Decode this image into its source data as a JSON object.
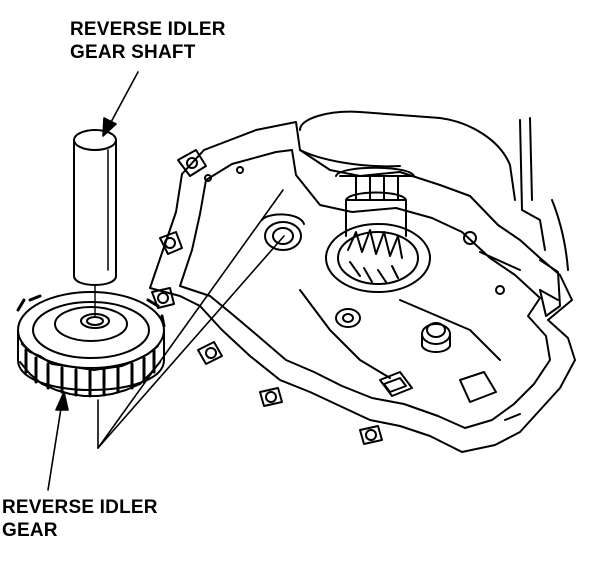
{
  "callouts": {
    "shaft": {
      "line1": "REVERSE IDLER",
      "line2": "GEAR SHAFT"
    },
    "gear": {
      "line1": "REVERSE IDLER",
      "line2": "GEAR"
    }
  },
  "colors": {
    "ink": "#000000",
    "paper": "#ffffff"
  }
}
